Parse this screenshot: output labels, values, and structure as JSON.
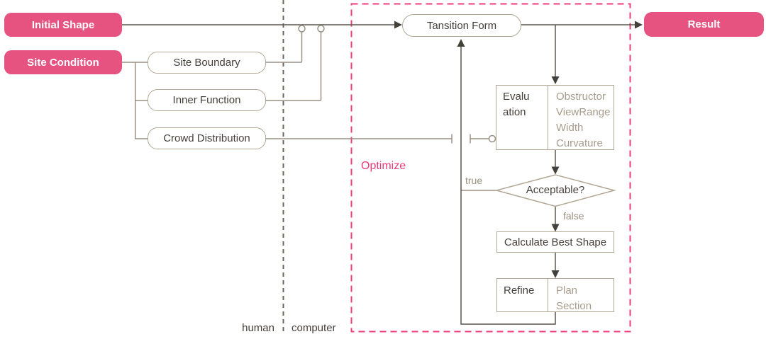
{
  "diagram_type": "flowchart",
  "colors": {
    "node_pink_fill": "#e65380",
    "optimize_pink": "#e93a78",
    "dashed_region_pink": "#ee3d7c",
    "box_border_tan": "#b3a795",
    "text_dark": "#46403a",
    "text_light_tan": "#a79c8b",
    "line_light": "#9a9083",
    "line_dark": "#5a554e",
    "separator_dashed_gray": "#6e6459"
  },
  "nodes": {
    "initial_shape": "Initial Shape",
    "site_condition": "Site Condition",
    "site_boundary": "Site Boundary",
    "inner_function": "Inner Function",
    "crowd_distribution": "Crowd Distribution",
    "transition_form": "Tansition Form",
    "result": "Result",
    "evaluation": {
      "label_line1": "Evalu",
      "label_line2": "ation",
      "criteria": [
        "Obstructor",
        "ViewRange",
        "Width",
        "Curvature"
      ]
    },
    "acceptable": "Acceptable?",
    "calculate_best_shape": "Calculate Best Shape",
    "refine": {
      "label": "Refine",
      "outputs": [
        "Plan",
        "Section"
      ]
    }
  },
  "labels": {
    "optimize": "Optimize",
    "human": "human",
    "computer": "computer",
    "branch_true": "true",
    "branch_false": "false"
  }
}
